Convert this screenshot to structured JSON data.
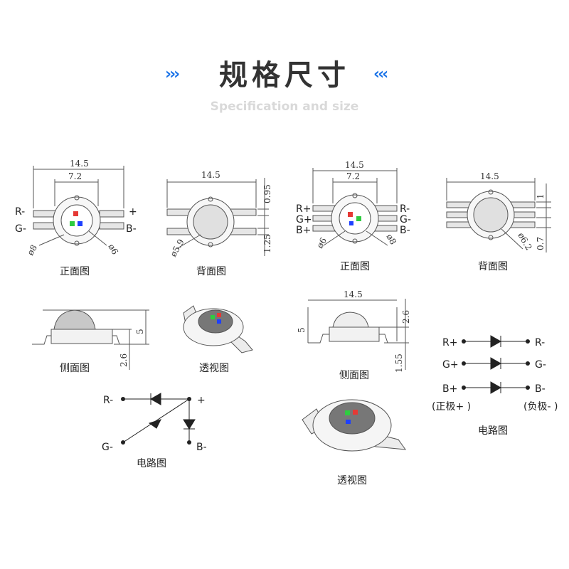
{
  "header": {
    "title": "规格尺寸",
    "subtitle": "Specification and size",
    "chev_left": "›››",
    "chev_right": "‹‹‹"
  },
  "views": {
    "front": "正面图",
    "back": "背面图",
    "side": "侧面图",
    "perspective": "透视图",
    "circuit": "电路图"
  },
  "dims": {
    "d14_5": "14.5",
    "d7_2": "7.2",
    "d0_95": "0.95",
    "d1_25": "1.25",
    "phi5_9": "ø5.9",
    "phi8": "ø8",
    "phi6": "ø6",
    "d5": "5",
    "d2_6": "2.6",
    "d1": "1",
    "d0_7": "0.7",
    "phi6_2": "ø6.2",
    "d1_55": "1.55"
  },
  "pins": {
    "r_minus": "R-",
    "g_minus": "G-",
    "b_minus": "B-",
    "plus": "+",
    "r_plus": "R+",
    "g_plus": "G+",
    "b_plus": "B+",
    "anode": "(正极+ )",
    "cathode": "(负极- )"
  },
  "colors": {
    "red": "#e53935",
    "green": "#2ecc40",
    "blue": "#1e40ff",
    "accent": "#1a73e8"
  }
}
